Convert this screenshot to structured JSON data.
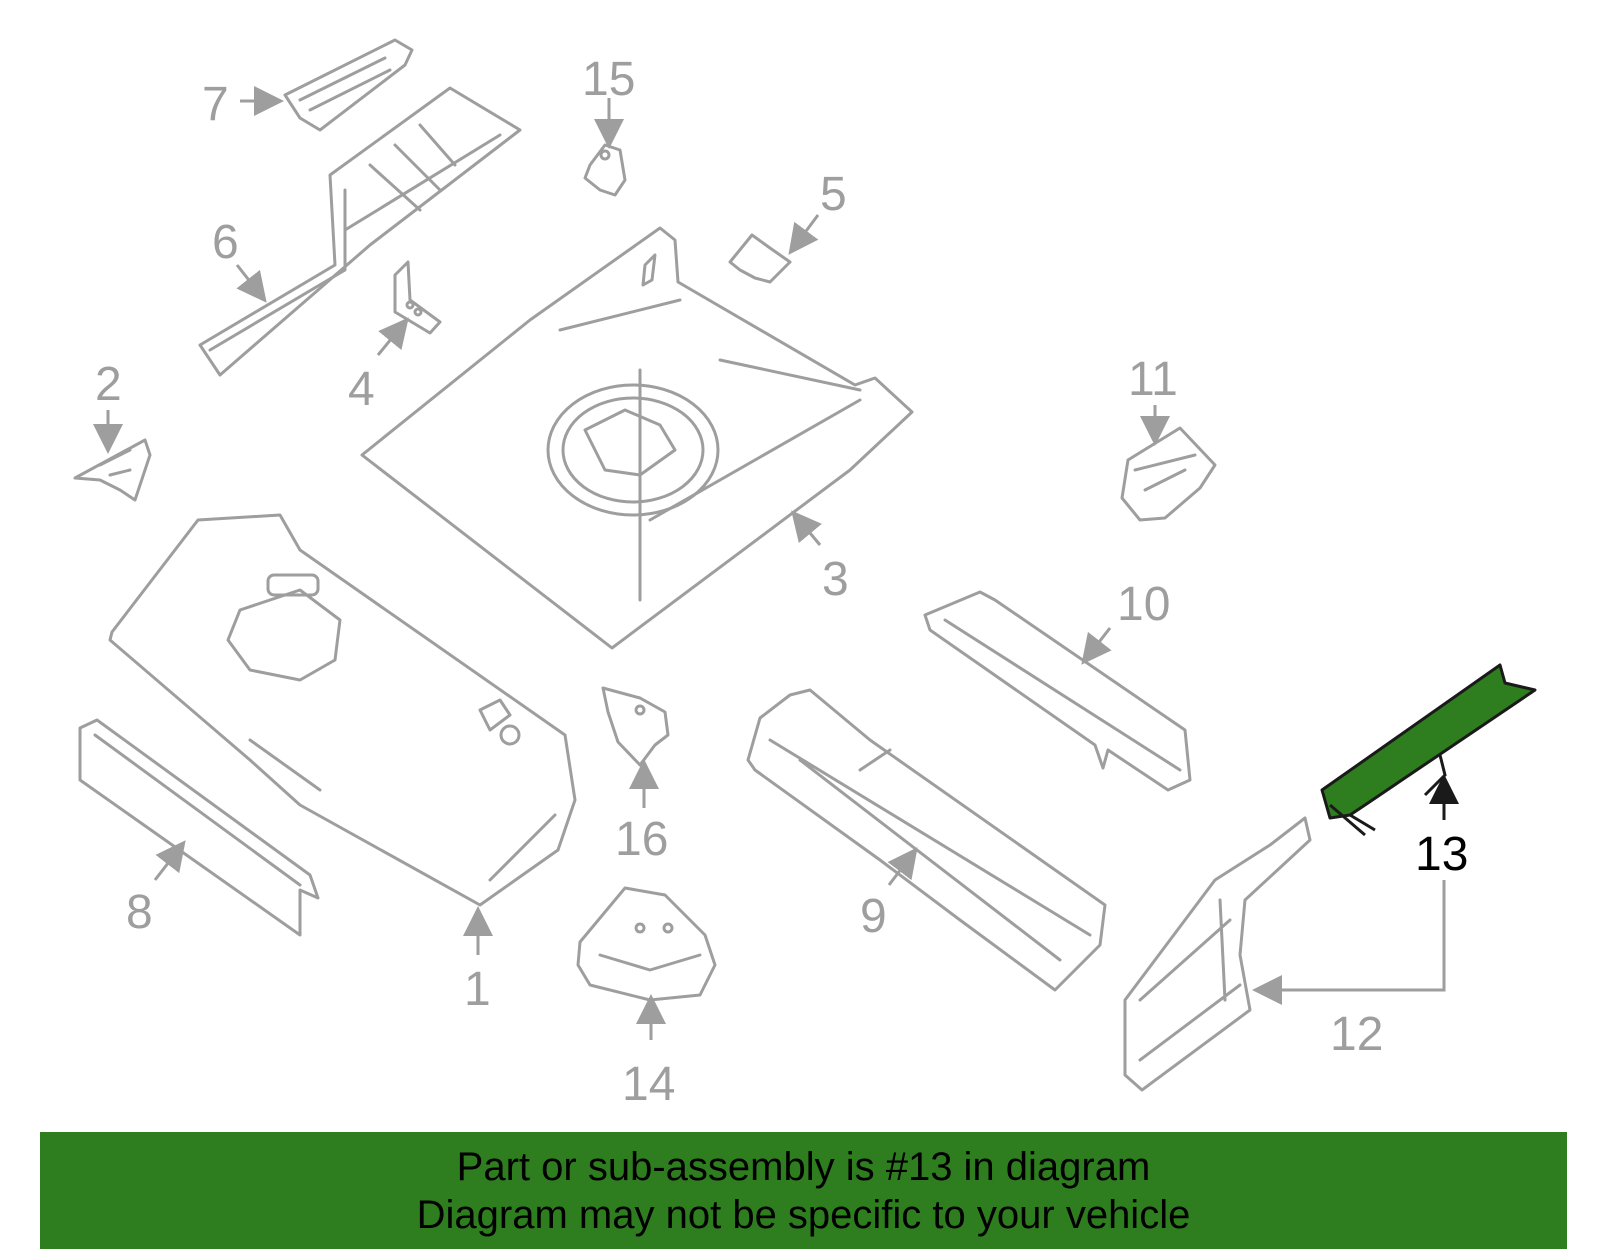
{
  "callouts": {
    "c1": "1",
    "c2": "2",
    "c3": "3",
    "c4": "4",
    "c5": "5",
    "c6": "6",
    "c7": "7",
    "c8": "8",
    "c9": "9",
    "c10": "10",
    "c11": "11",
    "c12": "12",
    "c13": "13",
    "c14": "14",
    "c15": "15",
    "c16": "16"
  },
  "highlight": {
    "part_number": "13",
    "color": "#2e7d1f"
  },
  "banner": {
    "line1": "Part or sub-assembly is #13 in diagram",
    "line2": "Diagram may not be specific to your vehicle"
  }
}
